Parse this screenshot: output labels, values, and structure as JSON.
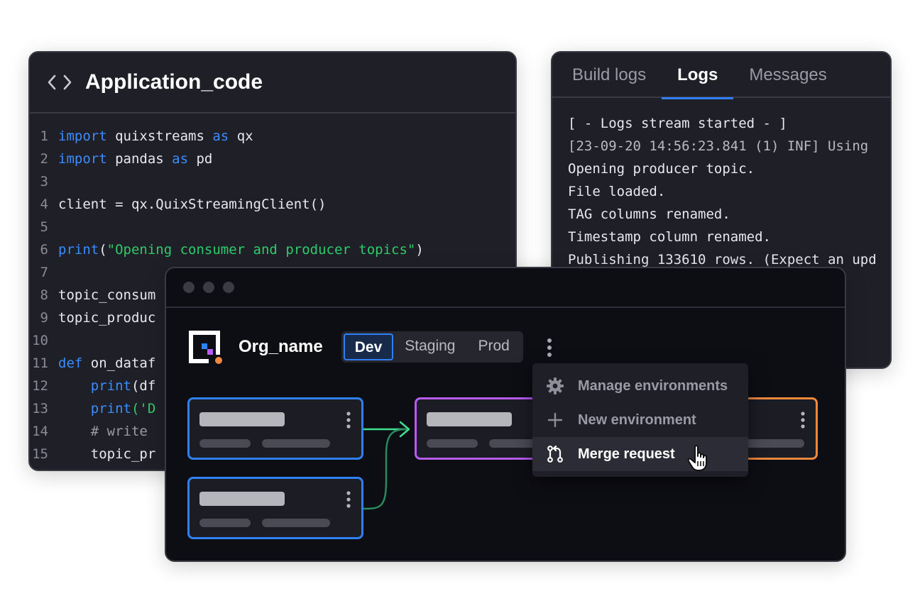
{
  "code_panel": {
    "title": "Application_code",
    "icon": "code-brackets-icon",
    "lines": [
      {
        "n": "1",
        "parts": [
          {
            "t": "import",
            "c": "kw"
          },
          {
            "t": " quixstreams ",
            "c": ""
          },
          {
            "t": "as",
            "c": "kw"
          },
          {
            "t": " qx",
            "c": ""
          }
        ]
      },
      {
        "n": "2",
        "parts": [
          {
            "t": "import",
            "c": "kw"
          },
          {
            "t": " pandas ",
            "c": ""
          },
          {
            "t": "as",
            "c": "kw"
          },
          {
            "t": " pd",
            "c": ""
          }
        ]
      },
      {
        "n": "3",
        "parts": []
      },
      {
        "n": "4",
        "parts": [
          {
            "t": "client = qx.QuixStreamingClient()",
            "c": ""
          }
        ]
      },
      {
        "n": "5",
        "parts": []
      },
      {
        "n": "6",
        "parts": [
          {
            "t": "print",
            "c": "kw"
          },
          {
            "t": "(",
            "c": ""
          },
          {
            "t": "\"Opening consumer and producer topics\"",
            "c": "str"
          },
          {
            "t": ")",
            "c": ""
          }
        ]
      },
      {
        "n": "7",
        "parts": []
      },
      {
        "n": "8",
        "parts": [
          {
            "t": "topic_consum",
            "c": ""
          }
        ]
      },
      {
        "n": "9",
        "parts": [
          {
            "t": "topic_produc",
            "c": ""
          }
        ]
      },
      {
        "n": "10",
        "parts": []
      },
      {
        "n": "11",
        "parts": [
          {
            "t": "def",
            "c": "kw"
          },
          {
            "t": " on_dataf",
            "c": ""
          }
        ]
      },
      {
        "n": "12",
        "parts": [
          {
            "t": "    ",
            "c": ""
          },
          {
            "t": "print",
            "c": "kw"
          },
          {
            "t": "(df",
            "c": ""
          }
        ]
      },
      {
        "n": "13",
        "parts": [
          {
            "t": "    ",
            "c": ""
          },
          {
            "t": "print",
            "c": "kw"
          },
          {
            "t": "('D",
            "c": "str"
          }
        ]
      },
      {
        "n": "14",
        "parts": [
          {
            "t": "    # write ",
            "c": "cm"
          }
        ]
      },
      {
        "n": "15",
        "parts": [
          {
            "t": "    topic_pr",
            "c": ""
          }
        ]
      }
    ]
  },
  "logs_panel": {
    "tabs": [
      {
        "label": "Build logs",
        "active": false
      },
      {
        "label": "Logs",
        "active": true
      },
      {
        "label": "Messages",
        "active": false
      }
    ],
    "lines": [
      "[ - Logs stream started - ]",
      "[23-09-20 14:56:23.841 (1) INF] Using",
      "Opening producer topic.",
      "File loaded.",
      "TAG columns renamed.",
      "Timestamp column renamed.",
      "Publishing 133610 rows. (Expect an upd"
    ]
  },
  "main_window": {
    "org_name": "Org_name",
    "environments": [
      {
        "label": "Dev",
        "active": true
      },
      {
        "label": "Staging",
        "active": false
      },
      {
        "label": "Prod",
        "active": false
      }
    ],
    "menu": [
      {
        "label": "Manage environments",
        "icon": "gear-icon",
        "highlighted": false
      },
      {
        "label": "New environment",
        "icon": "plus-icon",
        "highlighted": false
      },
      {
        "label": "Merge request",
        "icon": "merge-request-icon",
        "highlighted": true
      }
    ]
  },
  "colors": {
    "accent_blue": "#2f7ff5",
    "node_purple": "#b85cf5",
    "node_orange": "#f0883e",
    "link_green": "#3ee08f"
  }
}
